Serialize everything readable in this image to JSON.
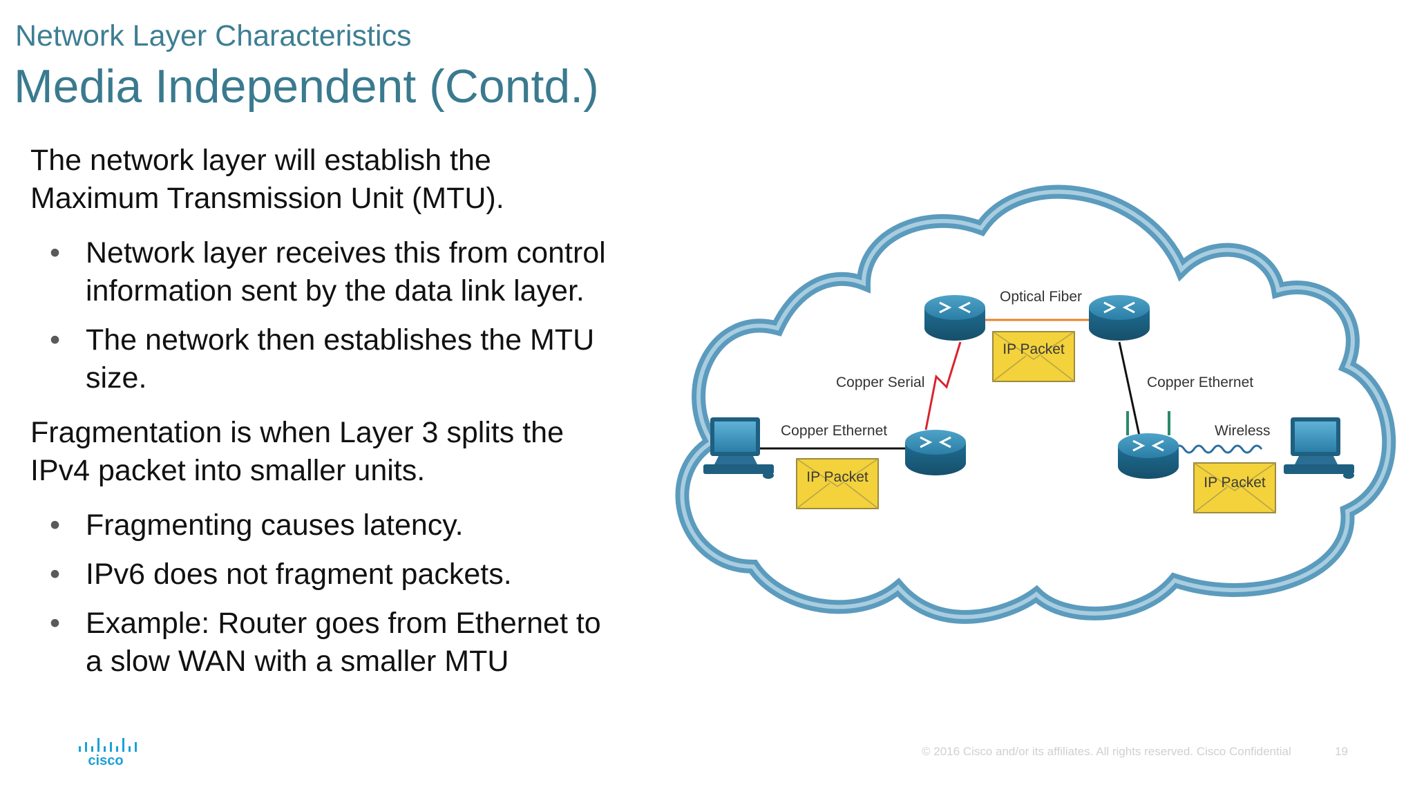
{
  "header": {
    "subtitle": "Network Layer Characteristics",
    "title": "Media Independent (Contd.)"
  },
  "content": {
    "para1": "The network layer will establish the Maximum Transmission Unit (MTU).",
    "bullets1": [
      "Network layer receives this from control information sent by the data link layer.",
      "The network then establishes the MTU size."
    ],
    "para2": "Fragmentation is when Layer 3 splits the IPv4 packet into smaller units.",
    "bullets2": [
      "Fragmenting causes latency.",
      "IPv6 does not fragment packets.",
      "Example: Router goes from Ethernet to a slow WAN with a smaller MTU"
    ]
  },
  "diagram": {
    "labels": {
      "optical_fiber": "Optical Fiber",
      "copper_serial": "Copper Serial",
      "copper_ethernet_left": "Copper Ethernet",
      "copper_ethernet_right": "Copper Ethernet",
      "wireless": "Wireless"
    },
    "packet_label": "IP Packet",
    "colors": {
      "cloud": "#5b9bbd",
      "router": "#1f6e93",
      "packet": "#f3d23b",
      "serial_link": "#d9232e",
      "fiber_link": "#e8822b"
    }
  },
  "footer": {
    "logo_text": "cisco",
    "copyright": "© 2016  Cisco and/or its affiliates. All rights reserved.   Cisco Confidential",
    "page": "19"
  }
}
